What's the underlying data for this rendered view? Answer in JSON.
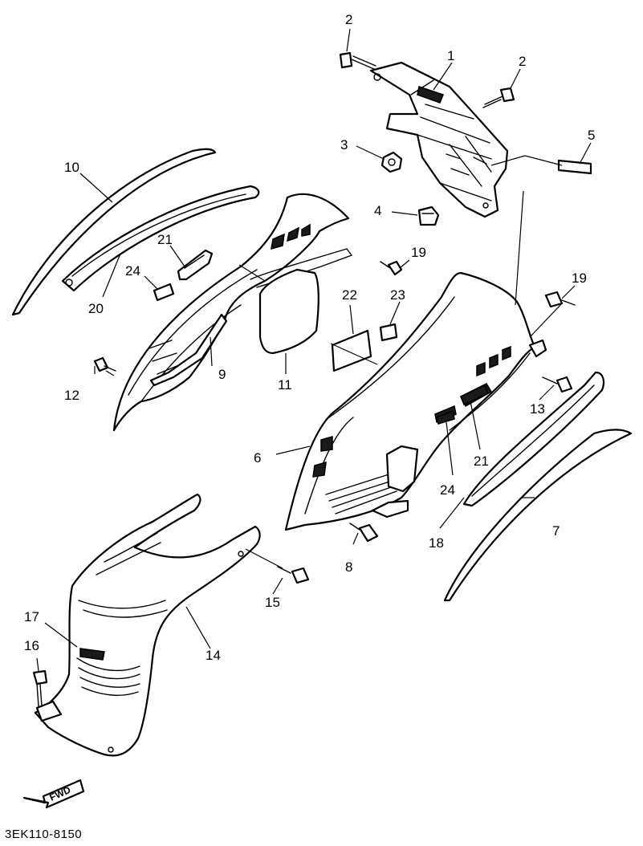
{
  "diagram_code": "3EK110-8150",
  "fwd_label": "FWD",
  "callouts": {
    "c1": "1",
    "c2a": "2",
    "c2b": "2",
    "c3": "3",
    "c4": "4",
    "c5": "5",
    "c6": "6",
    "c7": "7",
    "c8": "8",
    "c9": "9",
    "c10": "10",
    "c11": "11",
    "c12": "12",
    "c13": "13",
    "c14": "14",
    "c15": "15",
    "c16": "16",
    "c17": "17",
    "c18": "18",
    "c19a": "19",
    "c19b": "19",
    "c20": "20",
    "c21a": "21",
    "c21b": "21",
    "c22": "22",
    "c23": "23",
    "c24a": "24",
    "c24b": "24"
  }
}
